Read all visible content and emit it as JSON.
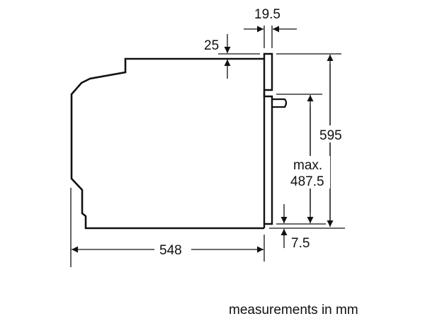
{
  "diagram": {
    "type": "technical-installation-drawing",
    "subject": "built-in oven side view",
    "colors": {
      "line": "#111111",
      "background": "#ffffff"
    },
    "dimensions": {
      "front_panel_thickness": {
        "label": "19.5"
      },
      "top_offset": {
        "label": "25"
      },
      "total_height": {
        "label": "595"
      },
      "max_height_label_line1": "max.",
      "max_height_label_line2": "487.5",
      "bottom_offset": {
        "label": "7.5"
      },
      "depth": {
        "label": "548"
      }
    },
    "caption": "measurements in mm"
  }
}
